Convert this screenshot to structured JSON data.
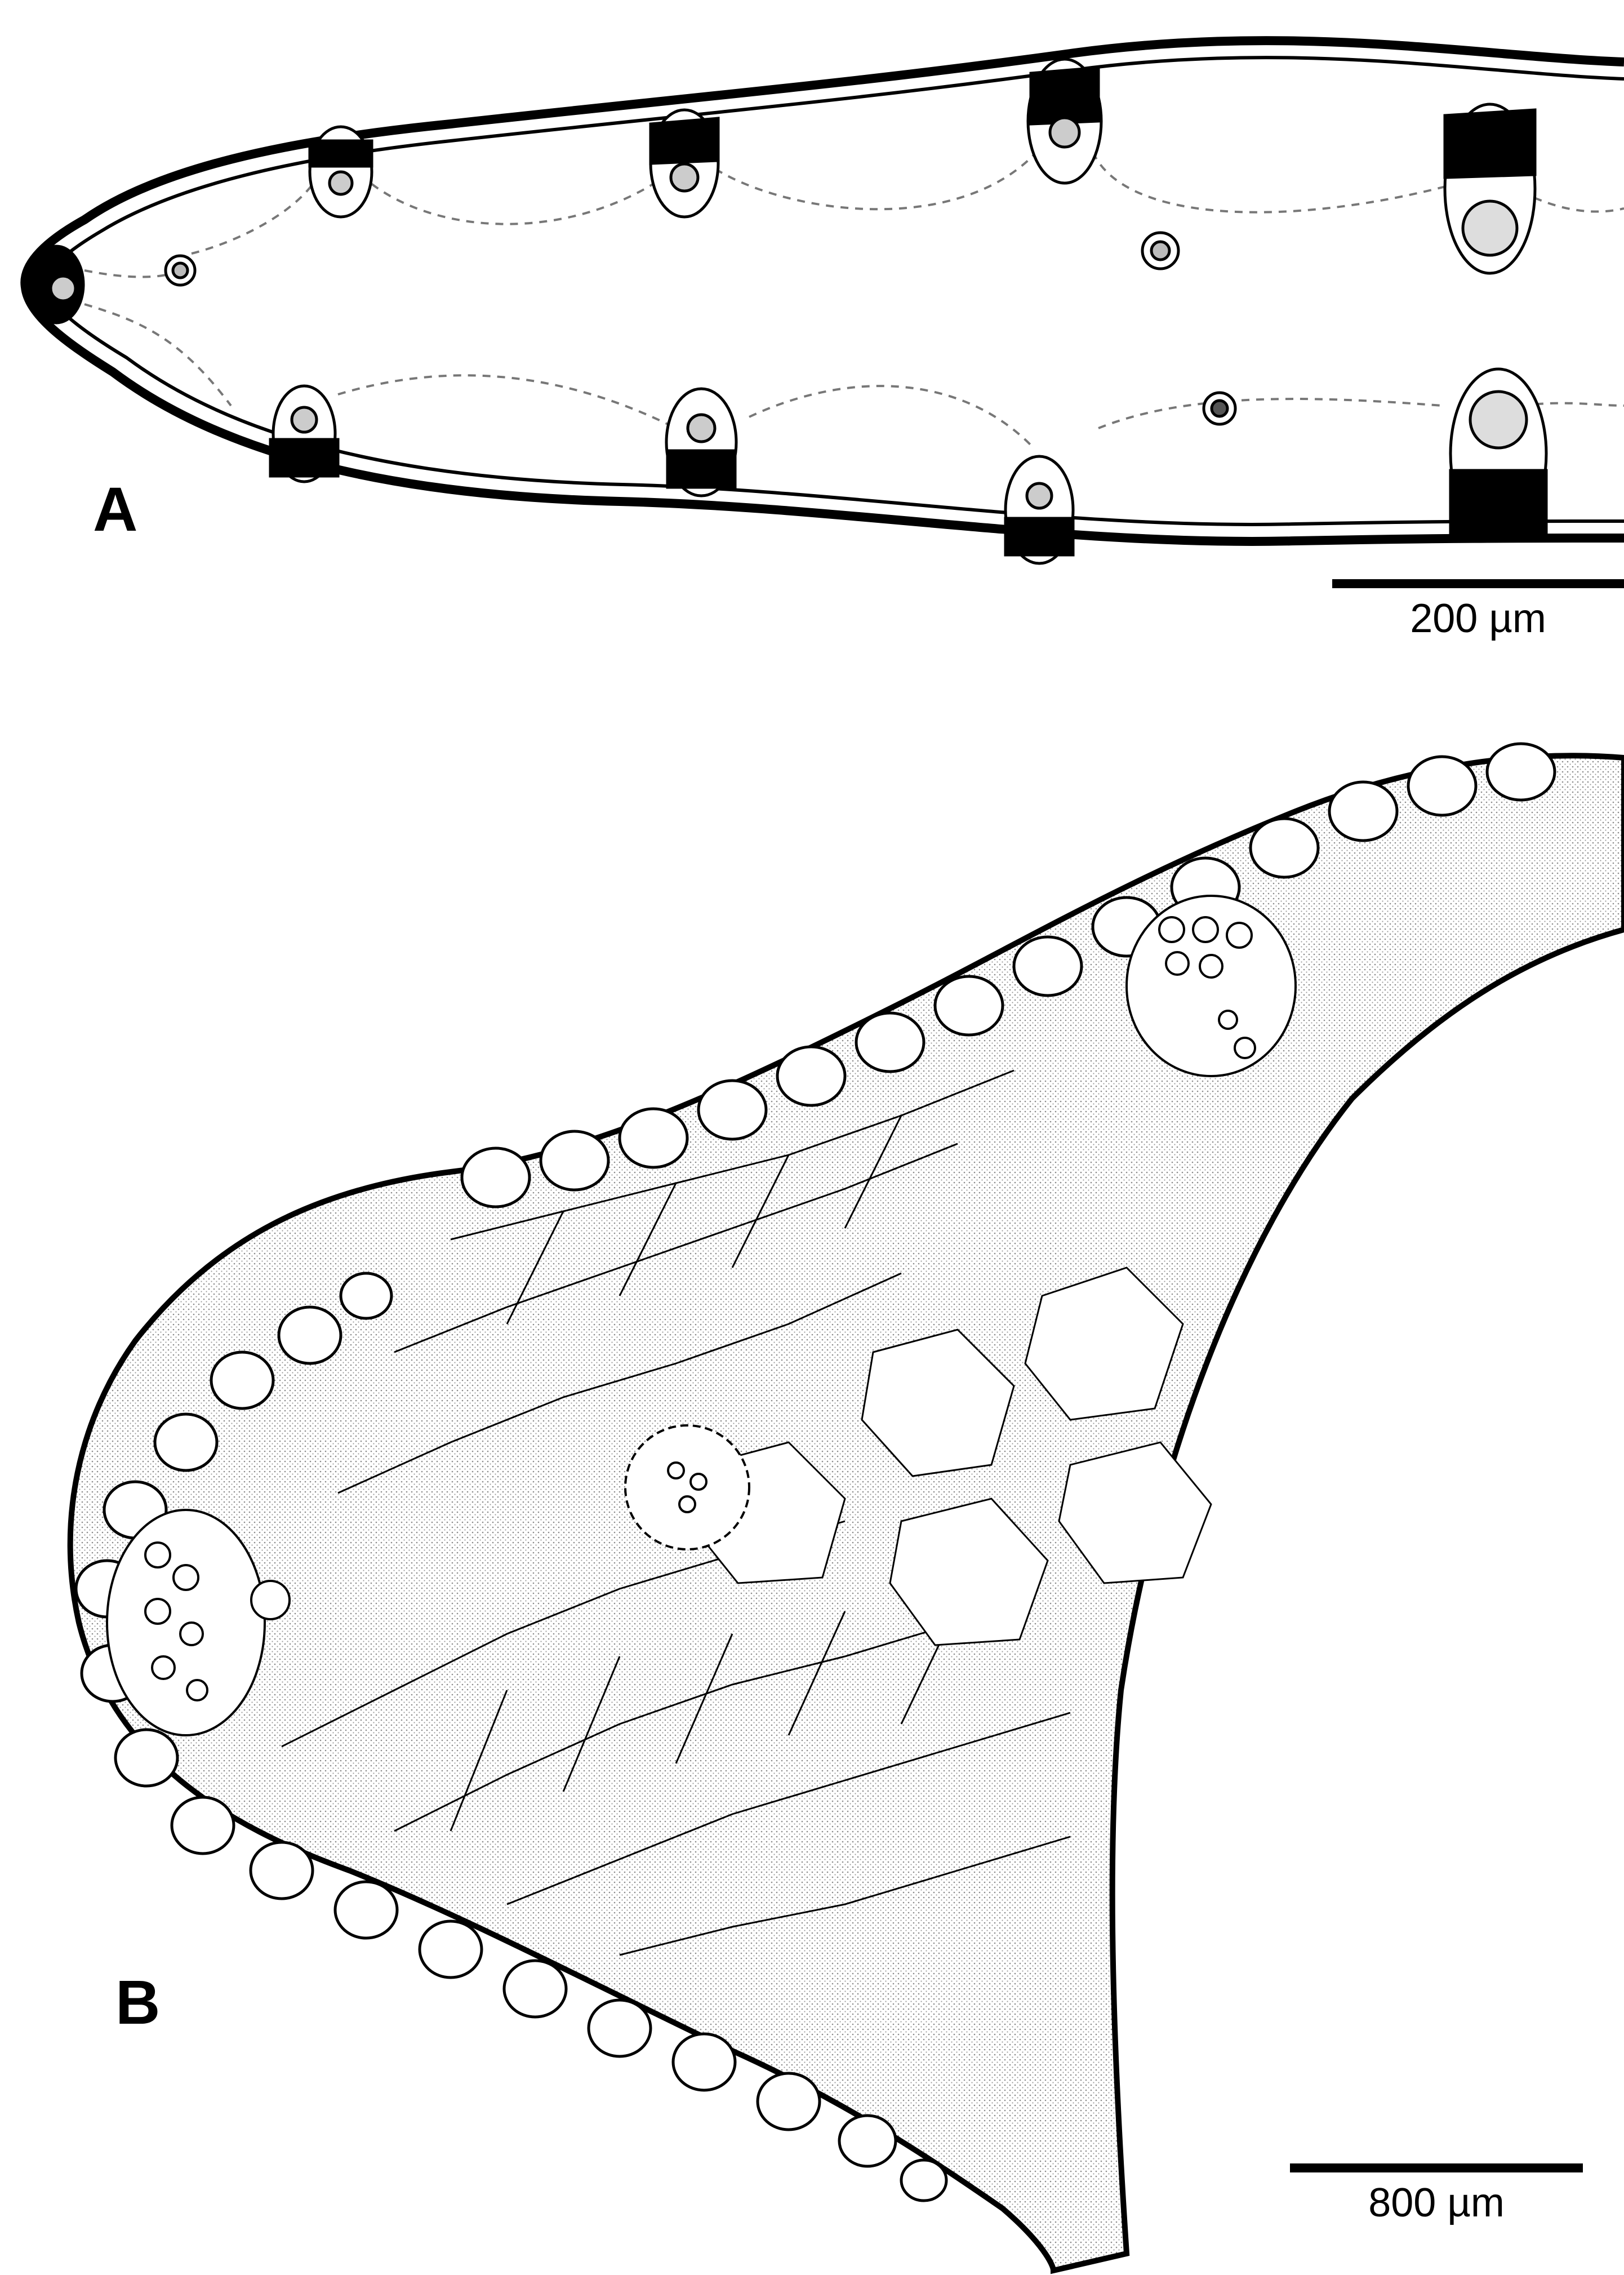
{
  "panels": [
    {
      "id": "A",
      "label": "A",
      "scale_bar": {
        "text": "200 µm"
      }
    },
    {
      "id": "B",
      "label": "B",
      "scale_bar": {
        "text": "800 µm"
      }
    }
  ],
  "colors": {
    "ink": "#000000",
    "stipple": "#dcdcdc",
    "paper": "#ffffff"
  }
}
